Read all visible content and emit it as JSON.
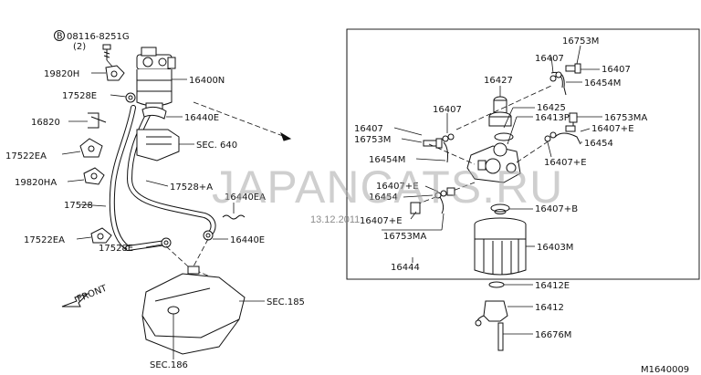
{
  "bolt_spec": {
    "circle_letter": "B",
    "part": "08116-8251G",
    "qty": "(2)"
  },
  "labels": {
    "p19820h": "19820H",
    "p16400n": "16400N",
    "p17528e_top": "17528E",
    "p16820": "16820",
    "p16440e_top": "16440E",
    "p17522ea_top": "17522EA",
    "sec640": "SEC. 640",
    "p19820ha": "19820HA",
    "p17528a": "17528+A",
    "p16440ea": "16440EA",
    "p17528": "17528",
    "p17522ea_bot": "17522EA",
    "p16440e_bot": "16440E",
    "p17528e_bot": "17528E",
    "front": "FRONT",
    "sec185": "SEC.185",
    "sec186": "SEC.186",
    "r16753m_top": "16753M",
    "r16407_a": "16407",
    "r16407_b": "16407",
    "r16427": "16427",
    "r16454m_top": "16454M",
    "r16425": "16425",
    "r16407_c": "16407",
    "r16413p": "16413P",
    "r16753ma_right": "16753MA",
    "r16407_d": "16407",
    "r16753m_left": "16753M",
    "r16407e_a": "16407+E",
    "r16454": "16454",
    "r16454m_left": "16454M",
    "r16407e_b": "16407+E",
    "r16407e_c": "16407+E",
    "r16454_b": "16454",
    "r16407e_d": "16407+E",
    "r16407b": "16407+B",
    "r16753ma_bot": "16753MA",
    "r16403m": "16403M",
    "r16444": "16444",
    "r16412e": "16412E",
    "r16412": "16412",
    "r16676m": "16676M",
    "code": "M1640009"
  },
  "watermark": {
    "text": "JAPANCATS.RU",
    "date": "13.12.2011"
  }
}
